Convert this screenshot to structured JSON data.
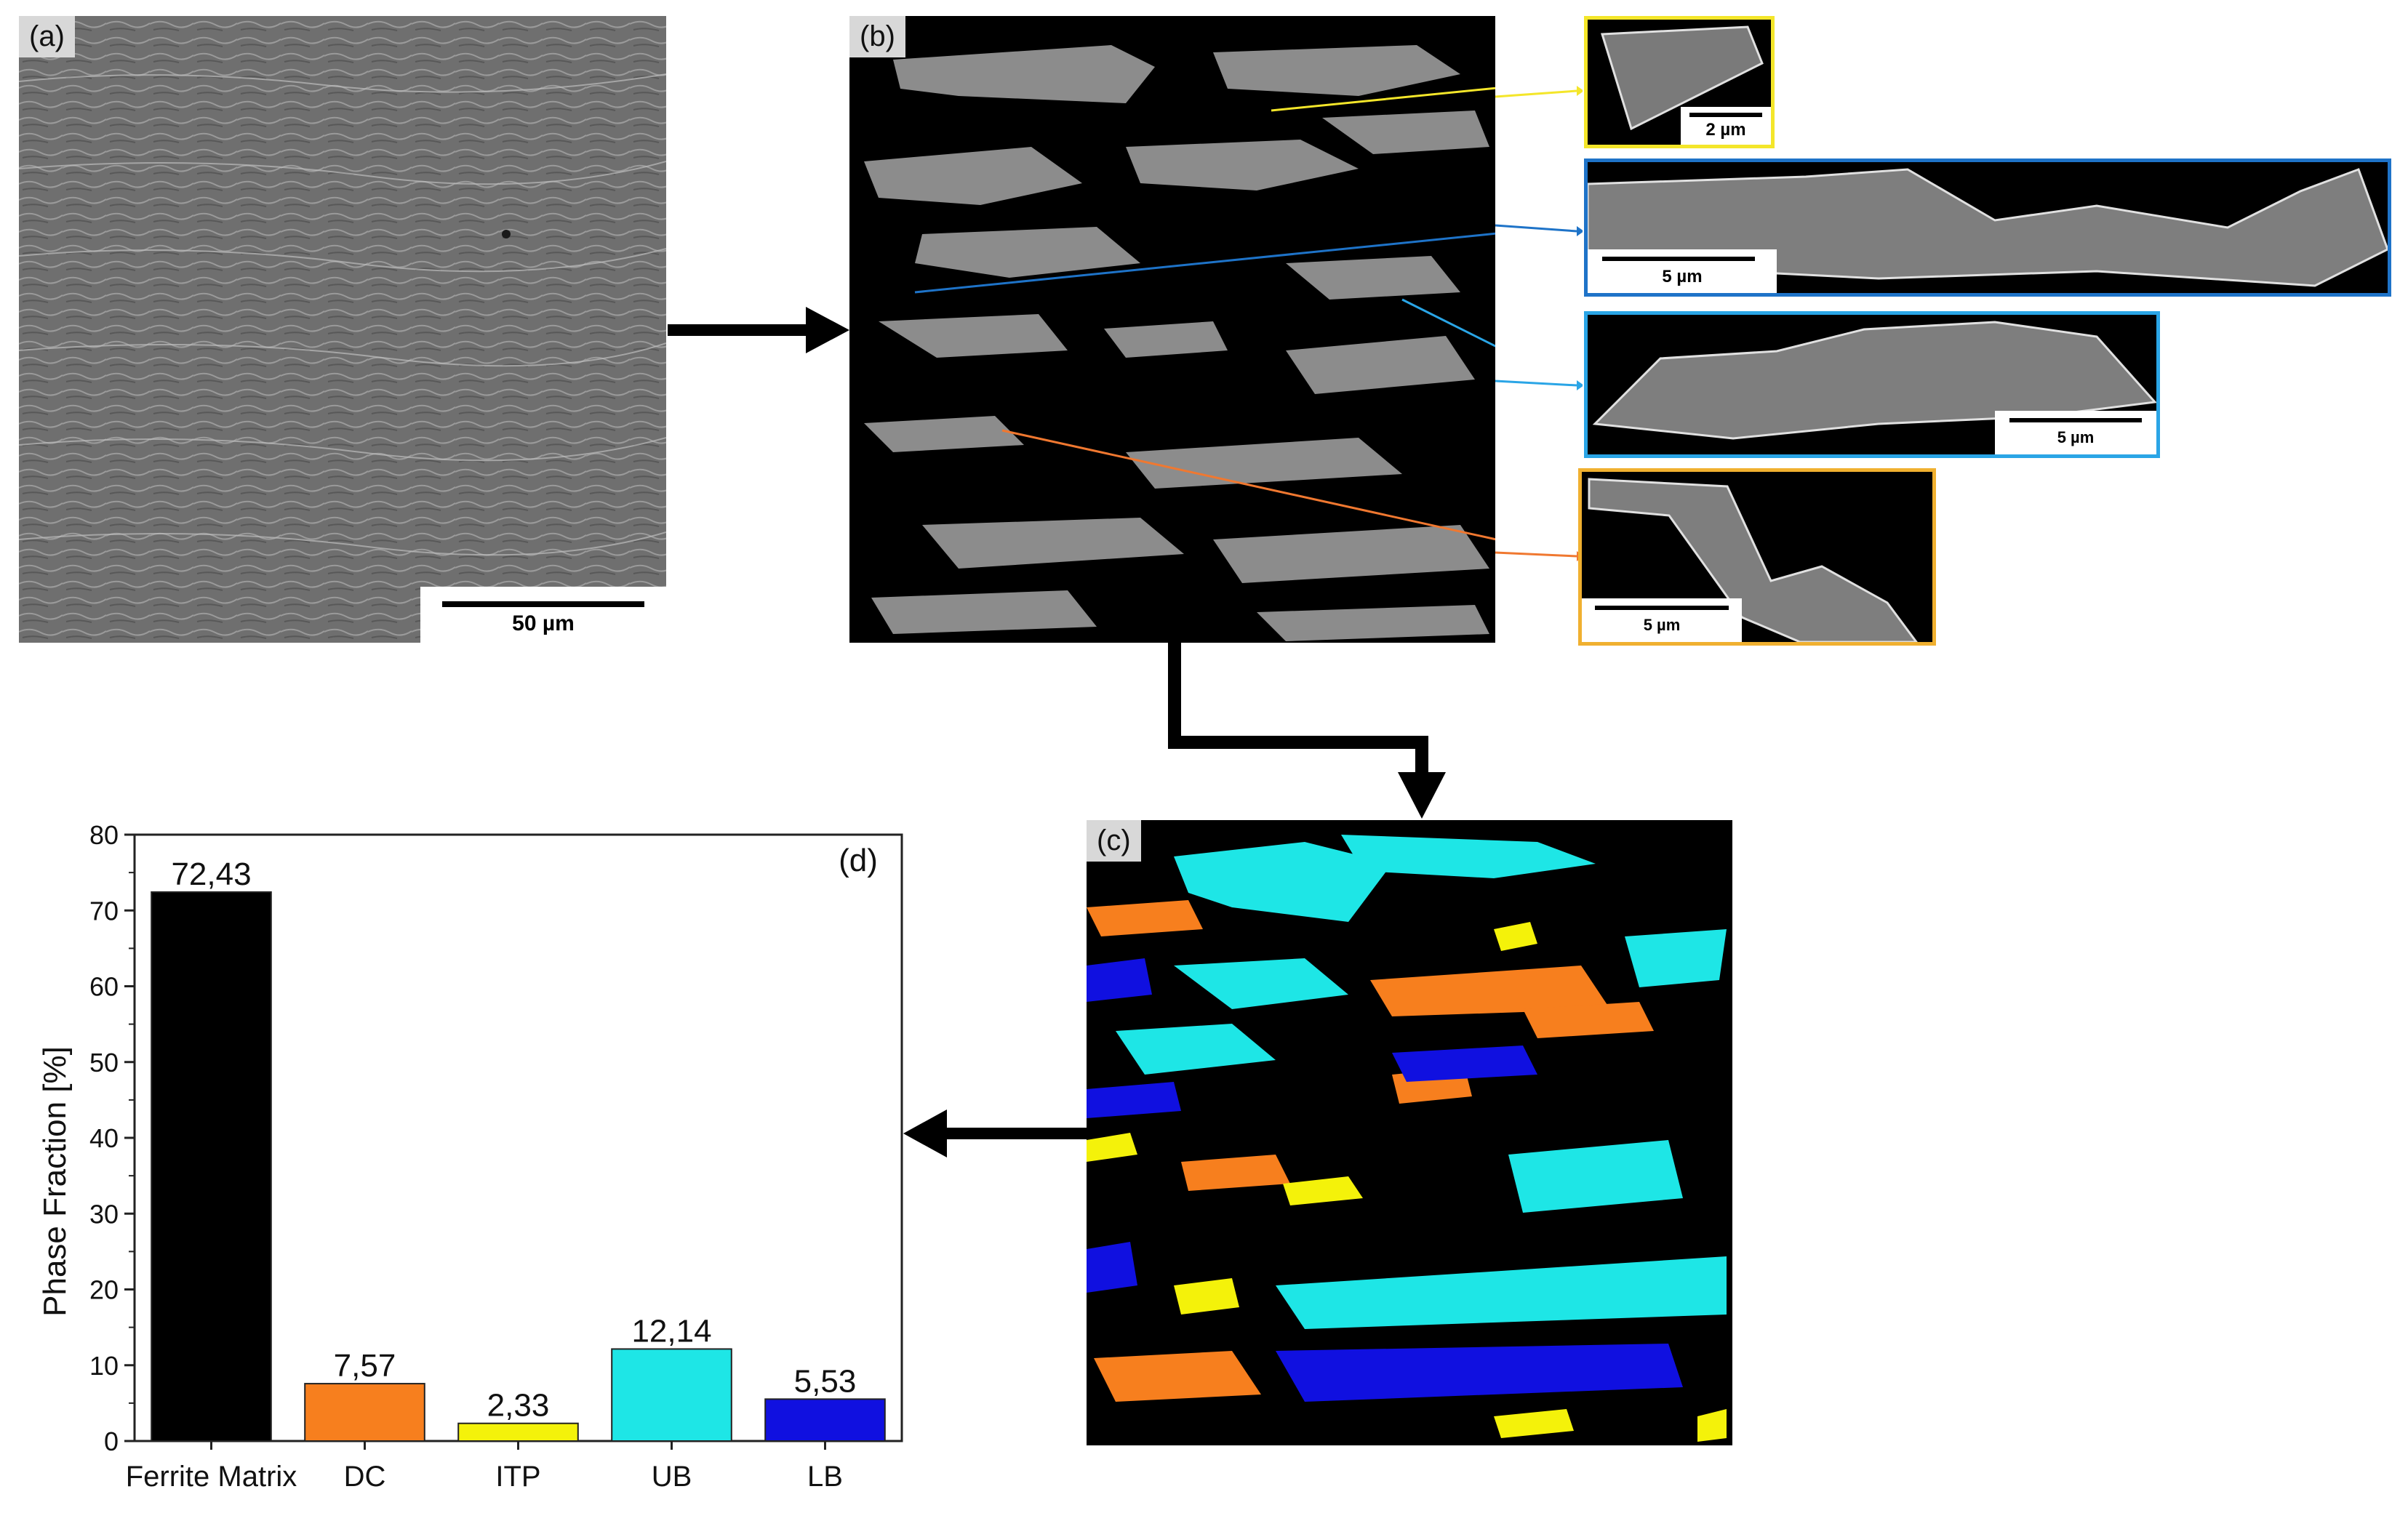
{
  "panels": {
    "a": {
      "label": "(a)",
      "scale": "50 µm"
    },
    "b": {
      "label": "(b)"
    },
    "c": {
      "label": "(c)"
    },
    "d": {
      "label": "(d)"
    }
  },
  "insets": [
    {
      "scale": "2 µm",
      "color": "#f4e62a"
    },
    {
      "scale": "5 µm",
      "color": "#1e73c8"
    },
    {
      "scale": "5 µm",
      "color": "#2aa5e6"
    },
    {
      "scale": "5 µm",
      "color": "#f0b030"
    }
  ],
  "phase_colors": {
    "ferrite_matrix": "#000000",
    "DC": "#f77f1e",
    "ITP": "#f4f20a",
    "UB": "#1ee6e6",
    "LB": "#1010e0"
  },
  "chart_data": {
    "type": "bar",
    "categories": [
      "Ferrite Matrix",
      "DC",
      "ITP",
      "UB",
      "LB"
    ],
    "values": [
      72.43,
      7.57,
      2.33,
      12.14,
      5.53
    ],
    "value_labels": [
      "72,43",
      "7,57",
      "2,33",
      "12,14",
      "5,53"
    ],
    "colors": [
      "#000000",
      "#f77f1e",
      "#f4f20a",
      "#1ee6e6",
      "#1010e0"
    ],
    "title": "",
    "xlabel": "",
    "ylabel": "Phase Fraction [%]",
    "ylim": [
      0,
      80
    ],
    "yticks": [
      "0",
      "10",
      "20",
      "30",
      "40",
      "50",
      "60",
      "70",
      "80"
    ],
    "grid": false,
    "panel_label": "(d)"
  }
}
